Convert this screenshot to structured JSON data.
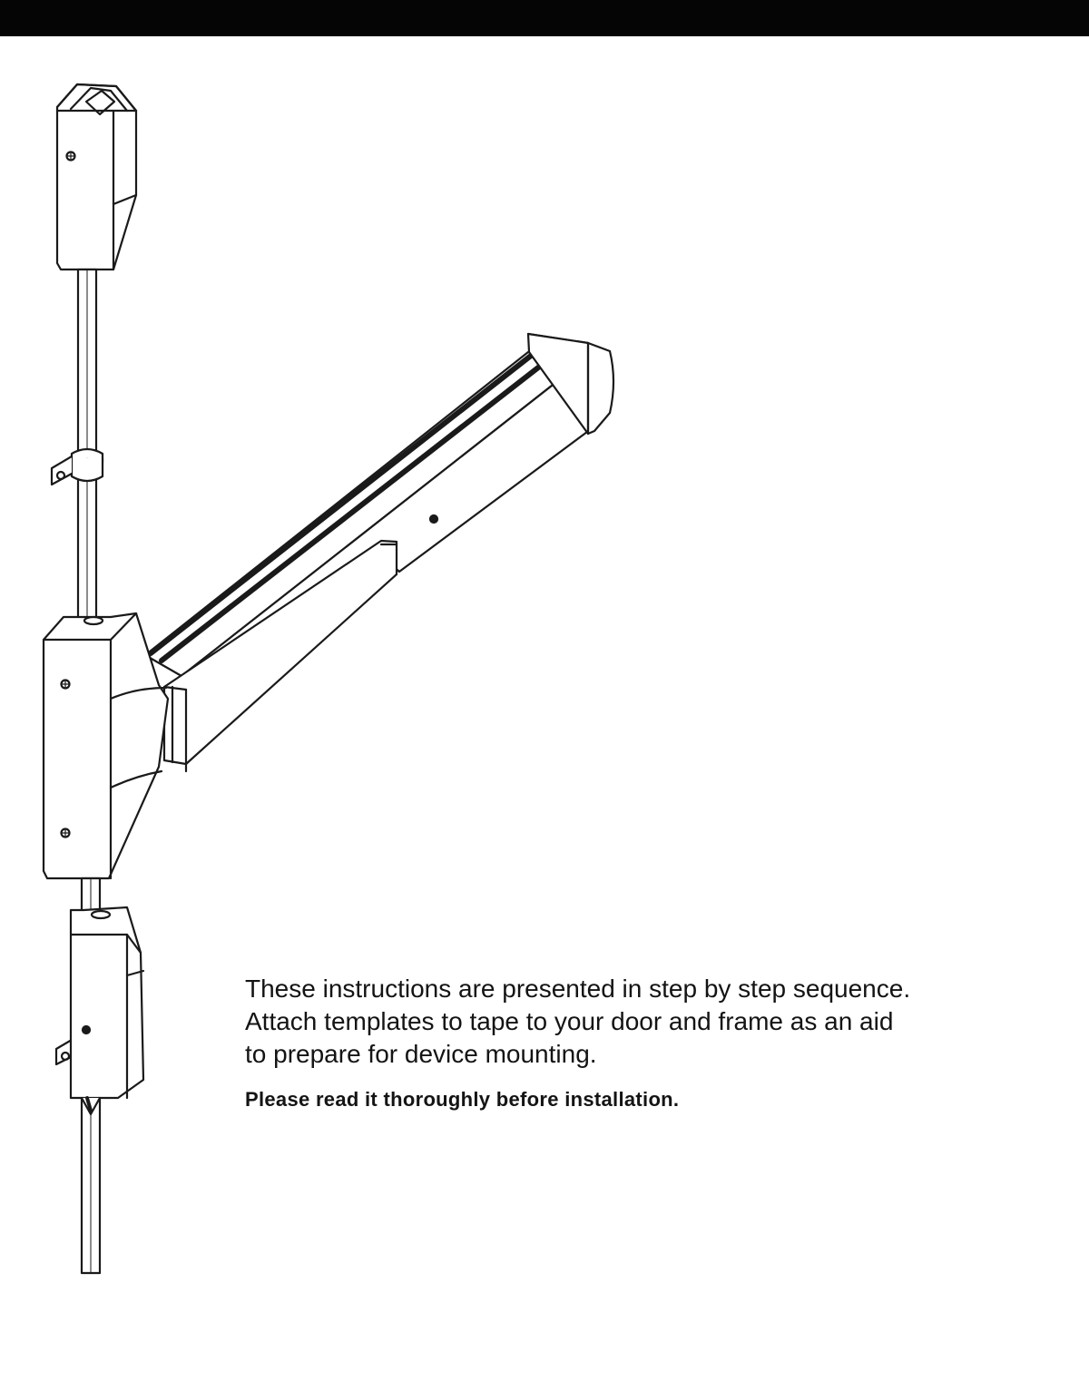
{
  "instructions": {
    "lines": [
      "These instructions are presented in step by step sequence.",
      "Attach templates to tape to your door and frame as an aid",
      "to prepare for device mounting."
    ],
    "note": "Please read it thoroughly  before installation."
  },
  "colors": {
    "top_bar": "#050505",
    "line_art": "#1a1a1a",
    "text": "#141414"
  },
  "icons": [
    "vertical-rod-exit-device-drawing",
    "screw-icon"
  ]
}
